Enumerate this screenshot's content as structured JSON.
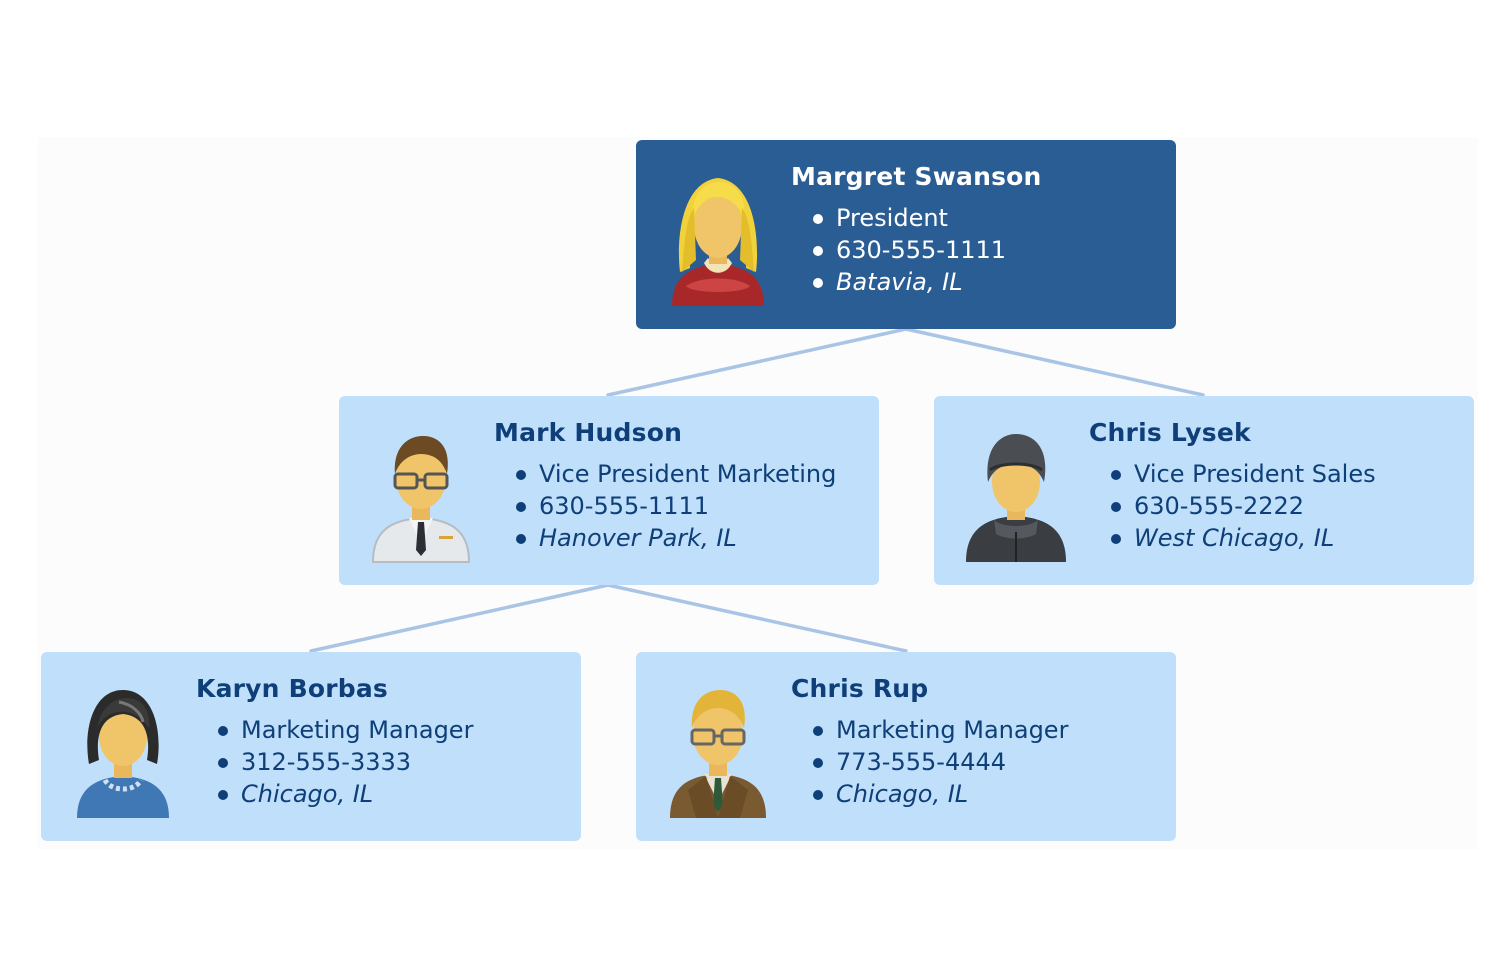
{
  "org": {
    "root": {
      "name": "Margret Swanson",
      "title": "President",
      "phone": "630-555-1111",
      "location": "Batavia, IL",
      "avatar": "woman-blonde-red-shirt-icon"
    },
    "mark": {
      "name": "Mark Hudson",
      "title": "Vice President Marketing",
      "phone": "630-555-1111",
      "location": "Hanover Park, IL",
      "avatar": "man-glasses-lab-coat-icon"
    },
    "lysek": {
      "name": "Chris Lysek",
      "title": "Vice President Sales",
      "phone": "630-555-2222",
      "location": "West Chicago, IL",
      "avatar": "man-beanie-jacket-icon"
    },
    "karyn": {
      "name": "Karyn Borbas",
      "title": "Marketing Manager",
      "phone": "312-555-3333",
      "location": "Chicago, IL",
      "avatar": "woman-dark-hair-blue-dress-icon"
    },
    "rup": {
      "name": "Chris Rup",
      "title": "Marketing Manager",
      "phone": "773-555-4444",
      "location": "Chicago, IL",
      "avatar": "man-glasses-brown-suit-icon"
    }
  },
  "colors": {
    "root_fill": "#2a5d94",
    "node_fill": "#bfdffb",
    "text": "#0f3f78",
    "connector": "#a9c4e4"
  }
}
